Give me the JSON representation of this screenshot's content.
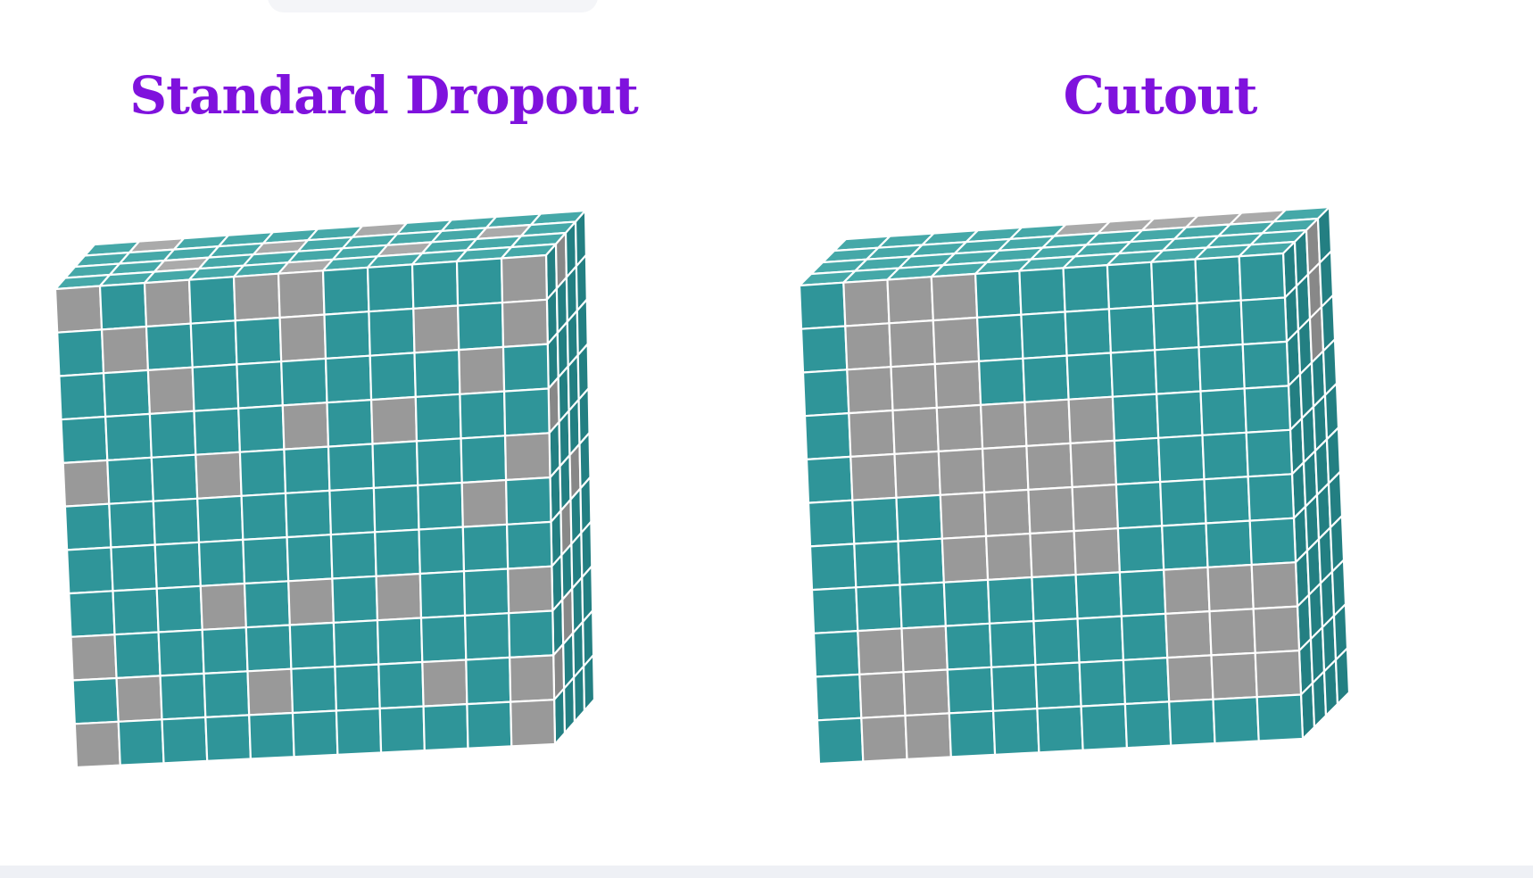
{
  "titles": {
    "left": "Standard Dropout",
    "right": "Cutout"
  },
  "colors": {
    "title": "#7f12dd",
    "kept_front": "#2f9599",
    "kept_top": "#45a8a8",
    "kept_side": "#237f82",
    "dropped_front": "#999999",
    "dropped_top": "#aaaaaa",
    "dropped_side": "#888888",
    "grid_line": "#ffffff"
  },
  "panels": [
    {
      "name": "standard-dropout",
      "grid_size": 11,
      "dropped_front_cells": [
        [
          0,
          0
        ],
        [
          0,
          2
        ],
        [
          0,
          4
        ],
        [
          0,
          5
        ],
        [
          0,
          10
        ],
        [
          1,
          1
        ],
        [
          1,
          5
        ],
        [
          1,
          8
        ],
        [
          1,
          10
        ],
        [
          2,
          2
        ],
        [
          2,
          9
        ],
        [
          3,
          5
        ],
        [
          3,
          7
        ],
        [
          4,
          0
        ],
        [
          4,
          3
        ],
        [
          4,
          10
        ],
        [
          5,
          9
        ],
        [
          7,
          3
        ],
        [
          7,
          5
        ],
        [
          7,
          7
        ],
        [
          7,
          10
        ],
        [
          8,
          0
        ],
        [
          9,
          1
        ],
        [
          9,
          4
        ],
        [
          9,
          8
        ],
        [
          9,
          10
        ],
        [
          10,
          0
        ],
        [
          10,
          10
        ]
      ],
      "dropped_top_cells": [
        [
          3,
          1
        ],
        [
          2,
          4
        ],
        [
          3,
          6
        ],
        [
          1,
          7
        ],
        [
          2,
          9
        ],
        [
          0,
          5
        ],
        [
          1,
          2
        ]
      ],
      "dropped_side_cells": [
        [
          0,
          1
        ],
        [
          3,
          0
        ],
        [
          5,
          2
        ],
        [
          8,
          1
        ],
        [
          9,
          0
        ],
        [
          6,
          1
        ]
      ]
    },
    {
      "name": "cutout",
      "grid_size": 11,
      "dropped_front_cells": [
        [
          0,
          1
        ],
        [
          0,
          2
        ],
        [
          0,
          3
        ],
        [
          1,
          1
        ],
        [
          1,
          2
        ],
        [
          1,
          3
        ],
        [
          2,
          1
        ],
        [
          2,
          2
        ],
        [
          2,
          3
        ],
        [
          3,
          1
        ],
        [
          3,
          2
        ],
        [
          3,
          3
        ],
        [
          3,
          4
        ],
        [
          3,
          5
        ],
        [
          3,
          6
        ],
        [
          4,
          1
        ],
        [
          4,
          2
        ],
        [
          4,
          3
        ],
        [
          4,
          4
        ],
        [
          4,
          5
        ],
        [
          4,
          6
        ],
        [
          5,
          3
        ],
        [
          5,
          4
        ],
        [
          5,
          5
        ],
        [
          5,
          6
        ],
        [
          6,
          3
        ],
        [
          6,
          4
        ],
        [
          6,
          5
        ],
        [
          6,
          6
        ],
        [
          7,
          8
        ],
        [
          7,
          9
        ],
        [
          7,
          10
        ],
        [
          8,
          8
        ],
        [
          8,
          9
        ],
        [
          8,
          10
        ],
        [
          9,
          8
        ],
        [
          9,
          9
        ],
        [
          9,
          10
        ],
        [
          8,
          1
        ],
        [
          8,
          2
        ],
        [
          9,
          1
        ],
        [
          9,
          2
        ],
        [
          10,
          1
        ],
        [
          10,
          2
        ]
      ],
      "dropped_top_cells": [
        [
          3,
          5
        ],
        [
          3,
          6
        ],
        [
          3,
          7
        ],
        [
          3,
          8
        ],
        [
          3,
          9
        ]
      ],
      "dropped_side_cells": [
        [
          0,
          2
        ],
        [
          1,
          2
        ],
        [
          2,
          2
        ]
      ]
    }
  ]
}
